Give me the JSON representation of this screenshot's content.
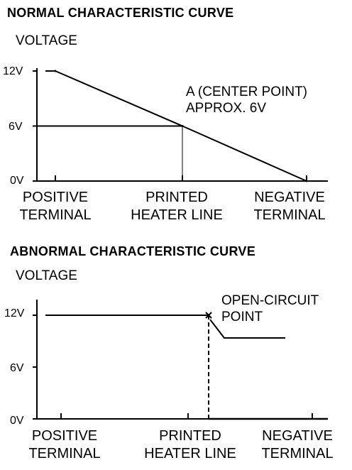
{
  "chart_data": [
    {
      "type": "line",
      "title": "NORMAL CHARACTERISTIC CURVE",
      "ylabel": "VOLTAGE",
      "xlabel": "",
      "categories": [
        "POSITIVE\nTERMINAL",
        "PRINTED\nHEATER LINE",
        "NEGATIVE\nTERMINAL"
      ],
      "ylim": [
        0,
        12
      ],
      "yticks": [
        "12V",
        "6V",
        "0V"
      ],
      "grid": false,
      "series": [
        {
          "x": [
            "POSITIVE\nTERMINAL",
            "PRINTED\nHEATER LINE",
            "NEGATIVE\nTERMINAL"
          ],
          "y": [
            12,
            6,
            0
          ]
        }
      ],
      "annotations": [
        "A (CENTER POINT)\nAPPROX. 6V"
      ]
    },
    {
      "type": "line",
      "title": "ABNORMAL CHARACTERISTIC CURVE",
      "ylabel": "VOLTAGE",
      "xlabel": "",
      "categories": [
        "POSITIVE\nTERMINAL",
        "PRINTED\nHEATER LINE",
        "NEGATIVE\nTERMINAL"
      ],
      "ylim": [
        0,
        12
      ],
      "yticks": [
        "12V",
        "6V",
        "0V"
      ],
      "grid": false,
      "series": [
        {
          "x": [
            "POSITIVE\nTERMINAL",
            "OPEN-CIRCUIT\nPOINT"
          ],
          "y": [
            12,
            12
          ]
        },
        {
          "x": [
            "OPEN-CIRCUIT\nPOINT",
            "NEGATIVE\nTERMINAL"
          ],
          "y": [
            0,
            0
          ]
        }
      ],
      "annotations": [
        "OPEN-CIRCUIT\nPOINT"
      ]
    }
  ]
}
